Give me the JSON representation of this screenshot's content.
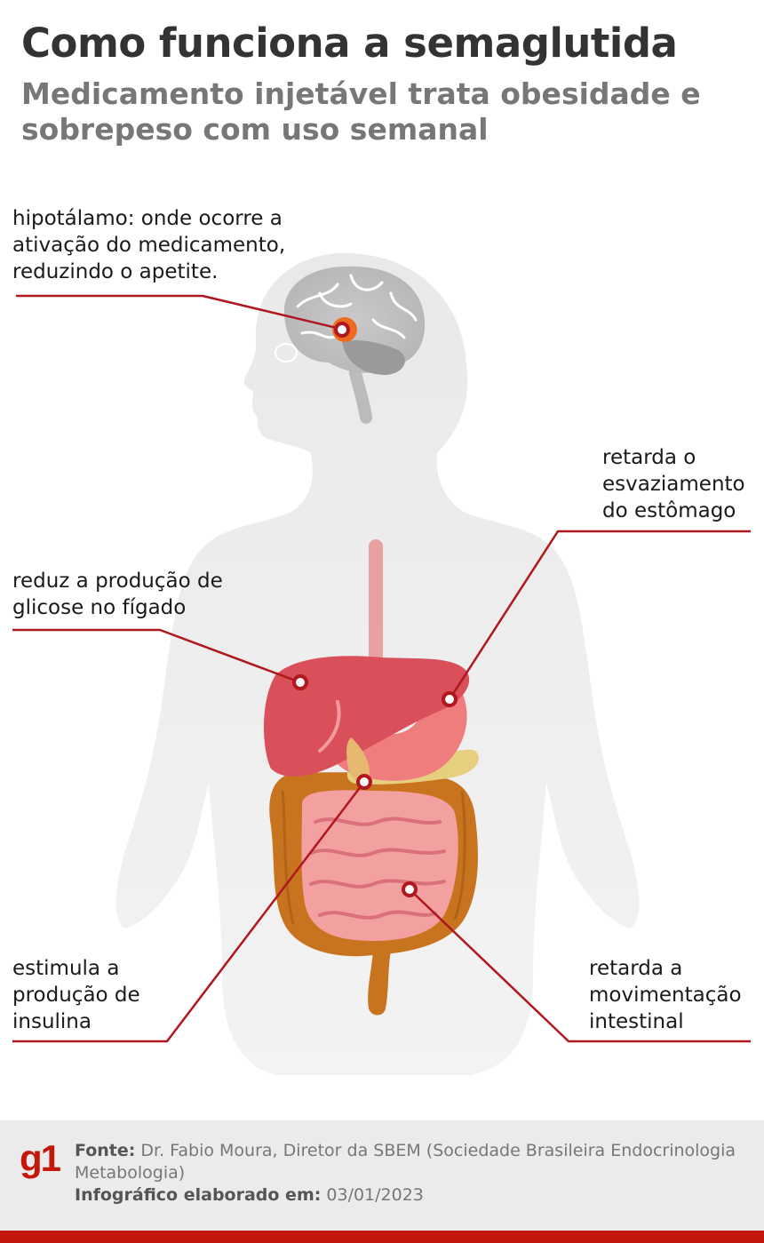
{
  "title": "Como funciona a semaglutida",
  "subtitle": "Medicamento injetável trata obesidade e sobrepeso com uso semanal",
  "callouts": {
    "hipotalamo": "hipotálamo: onde ocorre a ativação do medicamento, reduzindo o apetite.",
    "estomago": "retarda o esvaziamento do estômago",
    "figado": "reduz a produção de glicose no fígado",
    "insulina": "estimula a produção de insulina",
    "intestino": "retarda a movimentação intestinal"
  },
  "footer": {
    "logo": "g1",
    "fonte_label": "Fonte:",
    "fonte_text": "Dr. Fabio Moura, Diretor da SBEM (Sociedade Brasileira Endocrinologia Metabologia)",
    "date_label": "Infográfico elaborado em:",
    "date_value": "03/01/2023"
  },
  "colors": {
    "accent": "#c4170c",
    "silhouette": "#e6e6e6",
    "liver": "#d9505a",
    "stomach": "#ef7d7d",
    "colon": "#c8741f",
    "small_intestine": "#f2a0a0",
    "hypothalamus": "#ef6a1e"
  }
}
